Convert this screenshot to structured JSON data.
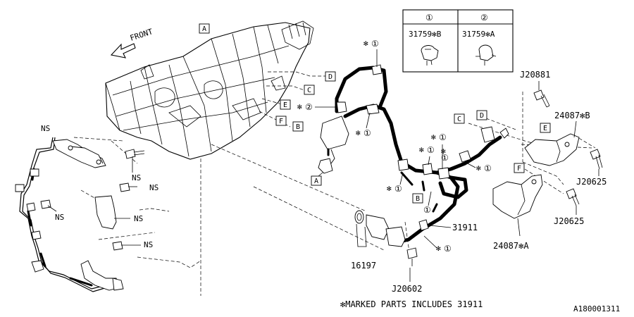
{
  "front_label": "FRONT",
  "callout_boxes": {
    "A": "A",
    "B": "B",
    "C": "C",
    "D": "D",
    "E": "E",
    "F": "F"
  },
  "legend": {
    "col1_num": "①",
    "col2_num": "②",
    "col1_part": "31759✻B",
    "col2_part": "31759✻A"
  },
  "parts": {
    "J20881": "J20881",
    "p24087B": "24087✻B",
    "J20625_a": "J20625",
    "J20625_b": "J20625",
    "p24087A": "24087✻A",
    "p31911": "31911",
    "p16197": "16197",
    "J20602": "J20602"
  },
  "ns_label": "NS",
  "circle_ref_1": "①",
  "circle_ref_2": "②",
  "mark_prefix": "✻",
  "footnote": "✻MARKED PARTS INCLUDES 31911",
  "diagram_id": "A180001311"
}
